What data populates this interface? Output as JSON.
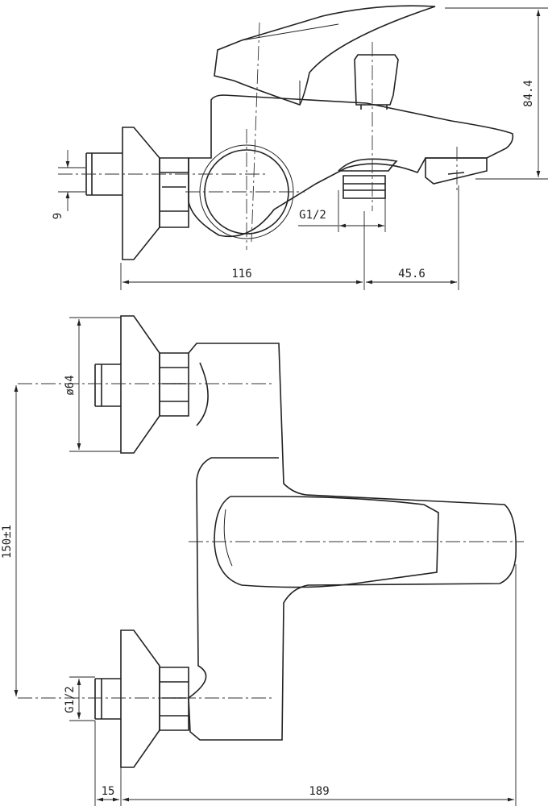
{
  "dimensions": {
    "side_view": {
      "height_outlet": "84.4",
      "pipe_offset": "9",
      "shower_thread": "G1/2",
      "wall_to_diverter": "116",
      "diverter_to_spout": "45.6"
    },
    "front_view": {
      "flange_diameter": "ø64",
      "centre_distance": "150±1",
      "inlet_thread": "G1/2",
      "inlet_length": "15",
      "total_length": "189"
    }
  }
}
